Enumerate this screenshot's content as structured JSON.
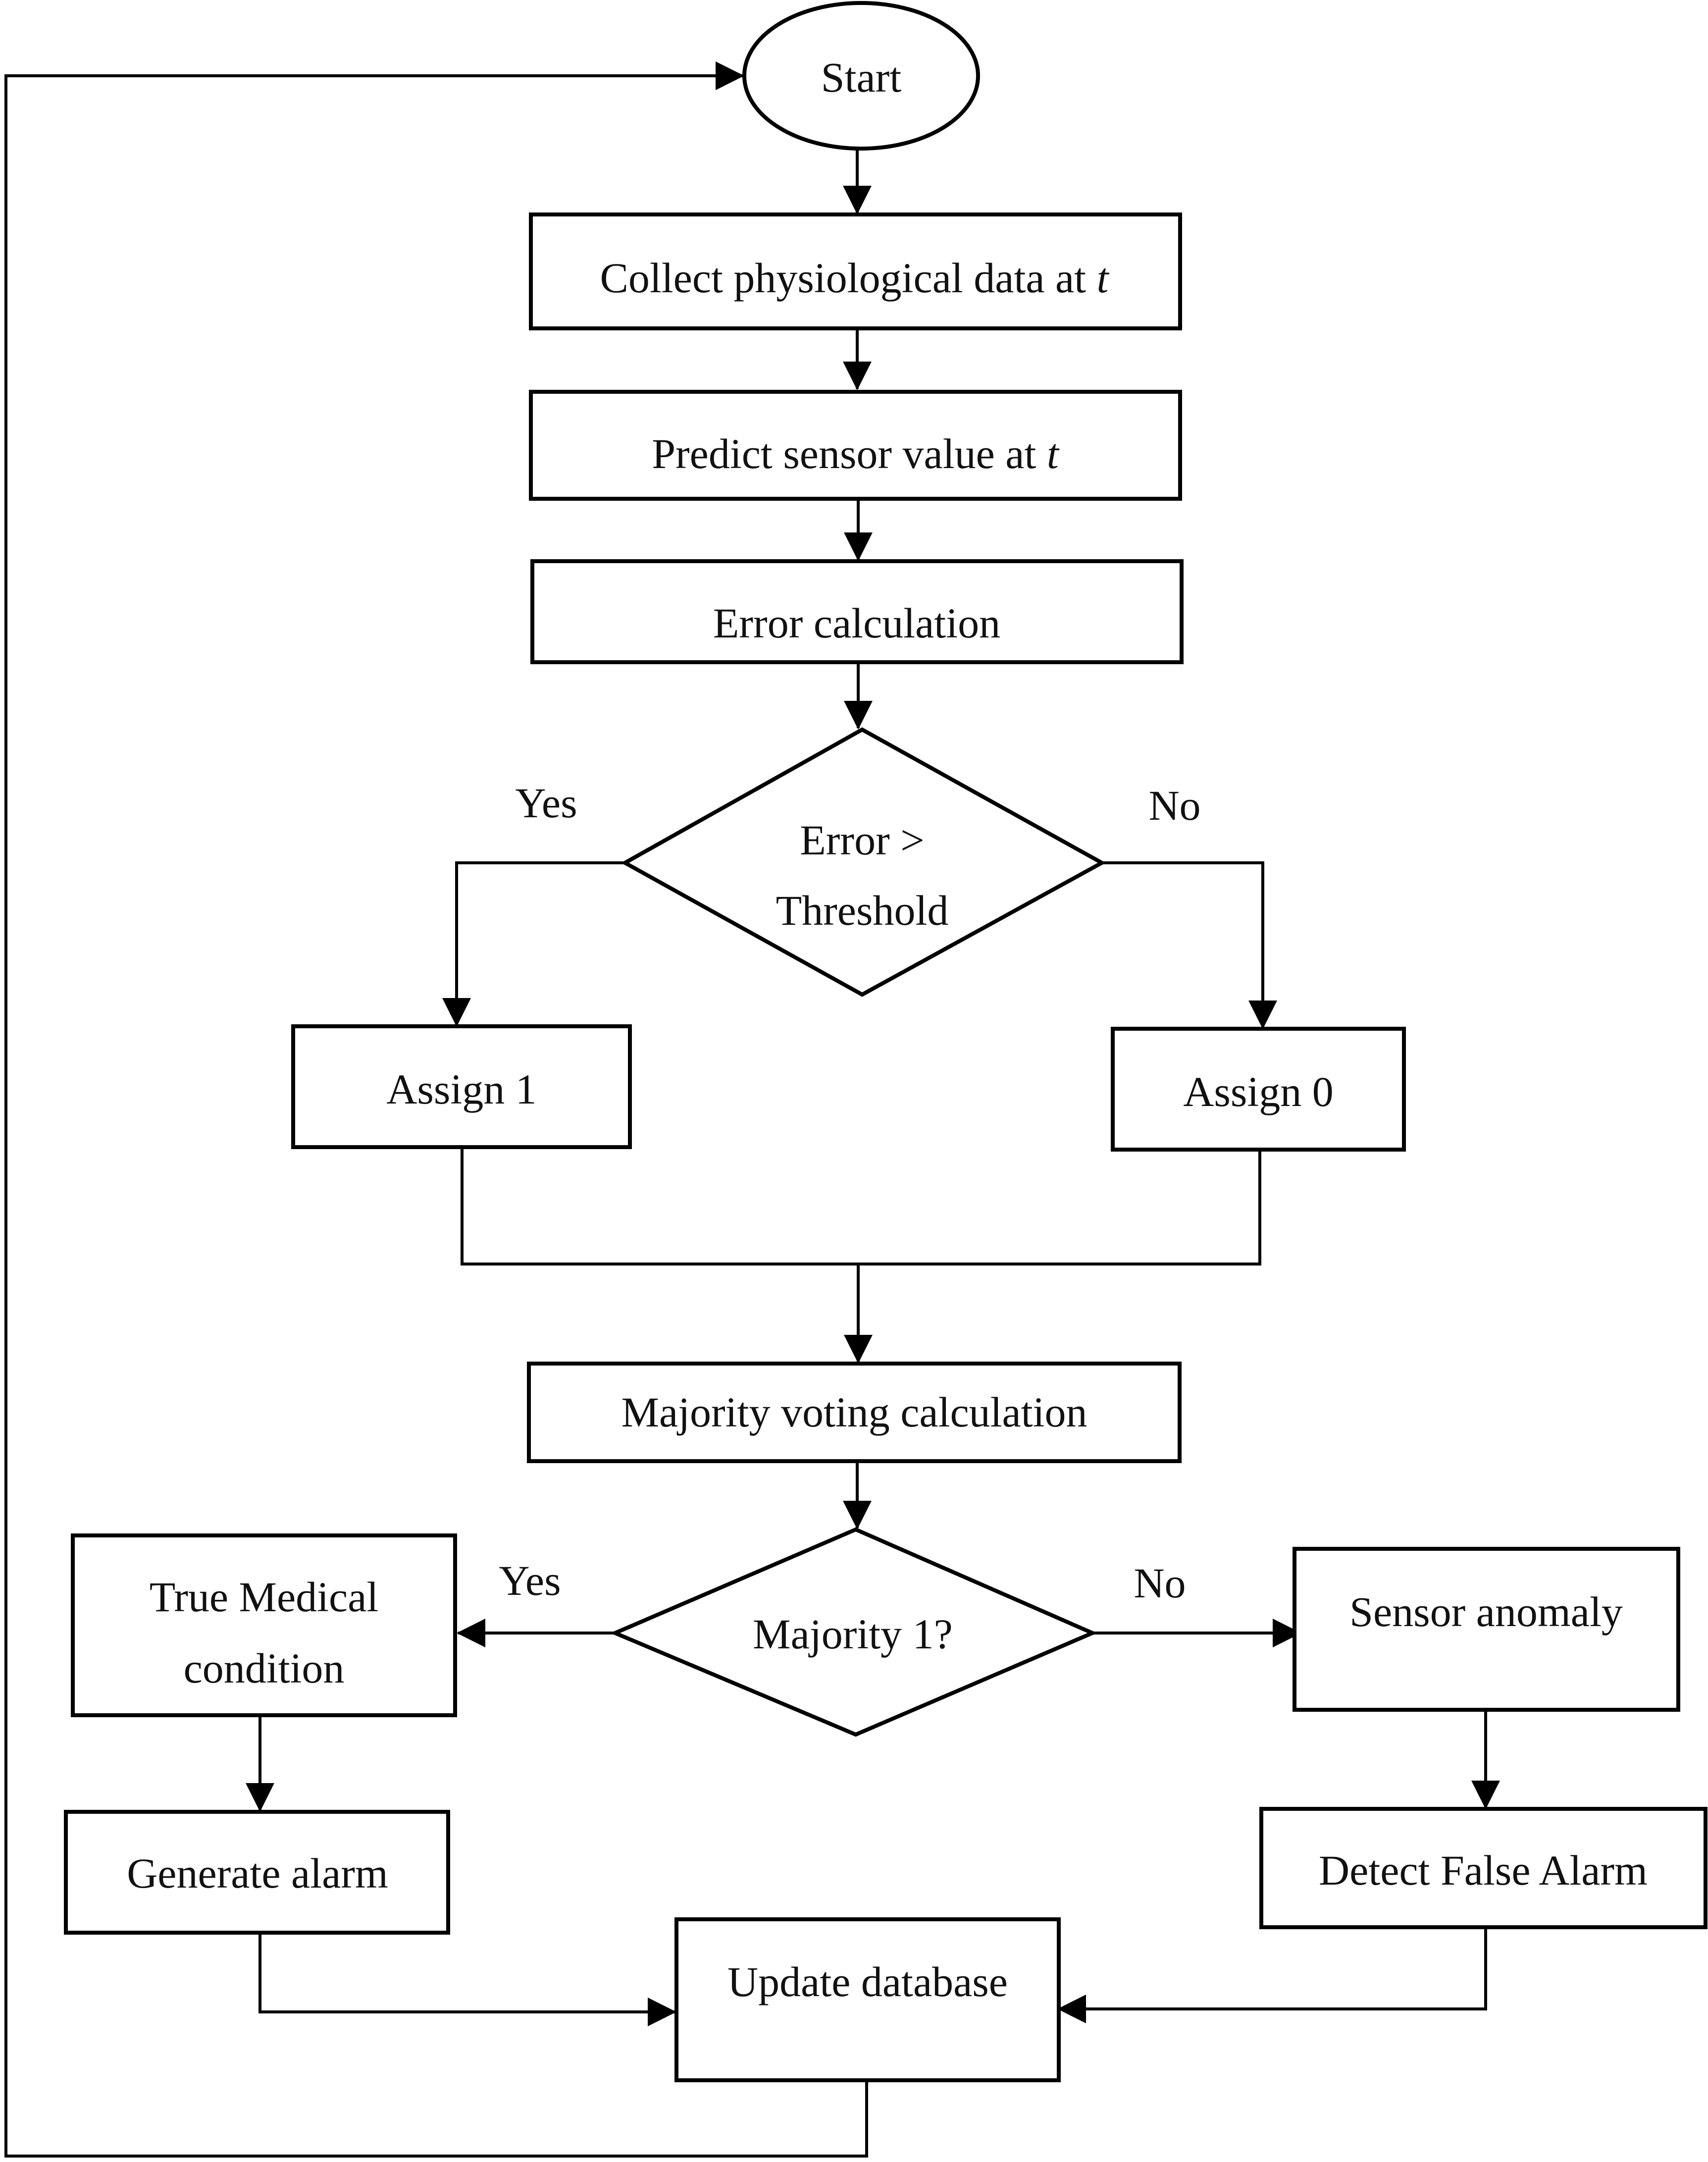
{
  "nodes": {
    "start": "Start",
    "collect": {
      "text": "Collect physiological data at ",
      "var": "t"
    },
    "predict": {
      "text": "Predict sensor value at ",
      "var": "t"
    },
    "error_calc": "Error calculation",
    "decision_threshold": {
      "line1": "Error >",
      "line2": "Threshold"
    },
    "assign1": "Assign 1",
    "assign0": "Assign 0",
    "majority_calc": "Majority voting calculation",
    "decision_majority": "Majority 1?",
    "true_medical": {
      "line1": "True Medical",
      "line2": "condition"
    },
    "sensor_anomaly": "Sensor anomaly",
    "generate_alarm": "Generate alarm",
    "detect_false": "Detect False Alarm",
    "update_db": "Update database"
  },
  "edge_labels": {
    "threshold_yes": "Yes",
    "threshold_no": "No",
    "majority_yes": "Yes",
    "majority_no": "No"
  }
}
